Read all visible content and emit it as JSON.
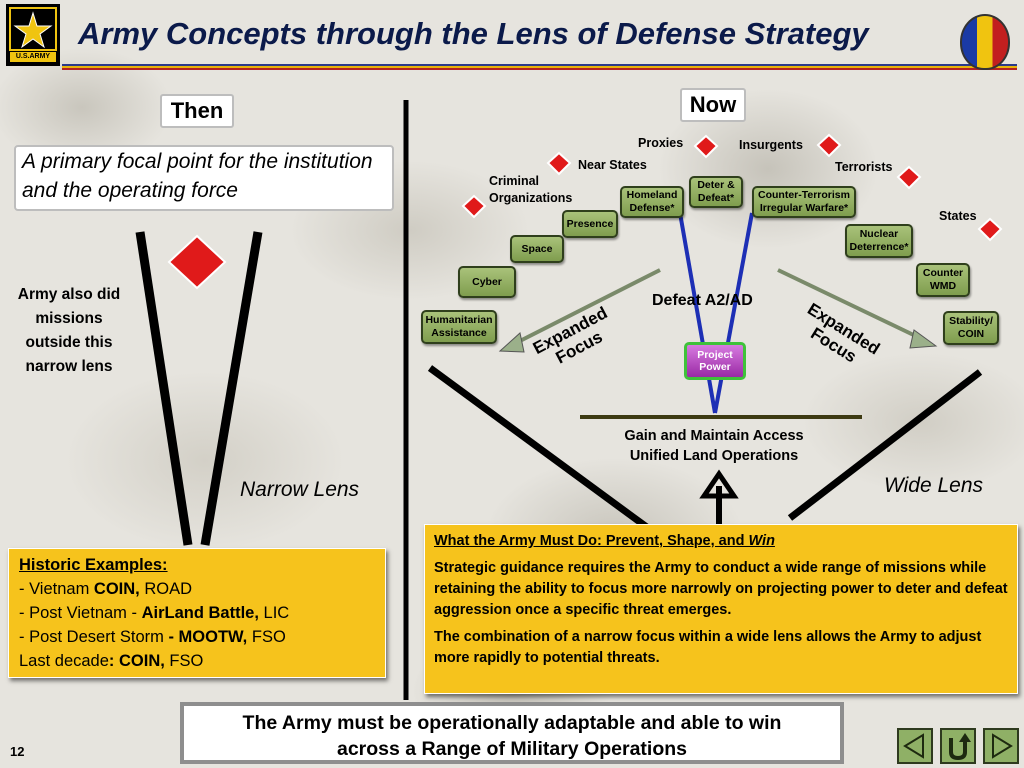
{
  "header": {
    "title": "Army Concepts through the Lens of Defense Strategy",
    "logo_text": "U.S.ARMY"
  },
  "then": {
    "label": "Then",
    "focal_text": "A primary focal point for the institution and the operating force",
    "army_also": "Army also did missions outside this narrow lens",
    "lens_label": "Narrow Lens"
  },
  "now": {
    "label": "Now",
    "lens_label": "Wide Lens",
    "threats": {
      "proxies": "Proxies",
      "insurgents": "Insurgents",
      "near_states": "Near States",
      "terrorists": "Terrorists",
      "criminal": "Criminal Organizations",
      "criminal_line1": "Criminal",
      "criminal_line2": "Organizations",
      "states": "States"
    },
    "missions": {
      "homeland_1": "Homeland",
      "homeland_2": "Defense*",
      "deter_1": "Deter &",
      "deter_2": "Defeat*",
      "ct_1": "Counter-Terrorism",
      "ct_2": "Irregular Warfare*",
      "presence": "Presence",
      "nuclear_1": "Nuclear",
      "nuclear_2": "Deterrence*",
      "space": "Space",
      "counter_wmd_1": "Counter",
      "counter_wmd_2": "WMD",
      "cyber": "Cyber",
      "ha_1": "Humanitarian",
      "ha_2": "Assistance",
      "stability_1": "Stability/",
      "stability_2": "COIN"
    },
    "defeat": "Defeat A2/AD",
    "project_1": "Project",
    "project_2": "Power",
    "expanded_1": "Expanded",
    "expanded_2": "Focus",
    "gain_1": "Gain and Maintain Access",
    "gain_2": "Unified Land Operations"
  },
  "historic": {
    "heading": "Historic Examples:",
    "rows": [
      {
        "pre": "- Vietnam ",
        "bold": "COIN,",
        "post": " ROAD"
      },
      {
        "pre": "- Post Vietnam - ",
        "bold": "AirLand Battle,",
        "post": " LIC"
      },
      {
        "pre": "- Post Desert Storm ",
        "bold": "-  MOOTW,",
        "post": " FSO"
      },
      {
        "pre": "Last decade",
        "bold": ": COIN,",
        "post": " FSO"
      }
    ]
  },
  "must": {
    "heading": "What the Army Must Do:  Prevent, Shape, and ",
    "heading_em": "Win",
    "para1": "Strategic guidance requires the Army to conduct a wide range of missions while retaining the ability to focus more narrowly on projecting power to deter and defeat aggression once a specific threat emerges.",
    "para2": "The combination of a narrow focus within a wide lens allows the Army to adjust more rapidly to potential threats."
  },
  "bottom": {
    "line1": "The Army must be operationally adaptable and able to win",
    "line2": "across a Range of Military Operations"
  },
  "page_number": "12",
  "colors": {
    "title": "#0b1a4a",
    "callout": "#f6c31c",
    "node": "#95b264",
    "threat_diamond": "#e01a1a"
  }
}
